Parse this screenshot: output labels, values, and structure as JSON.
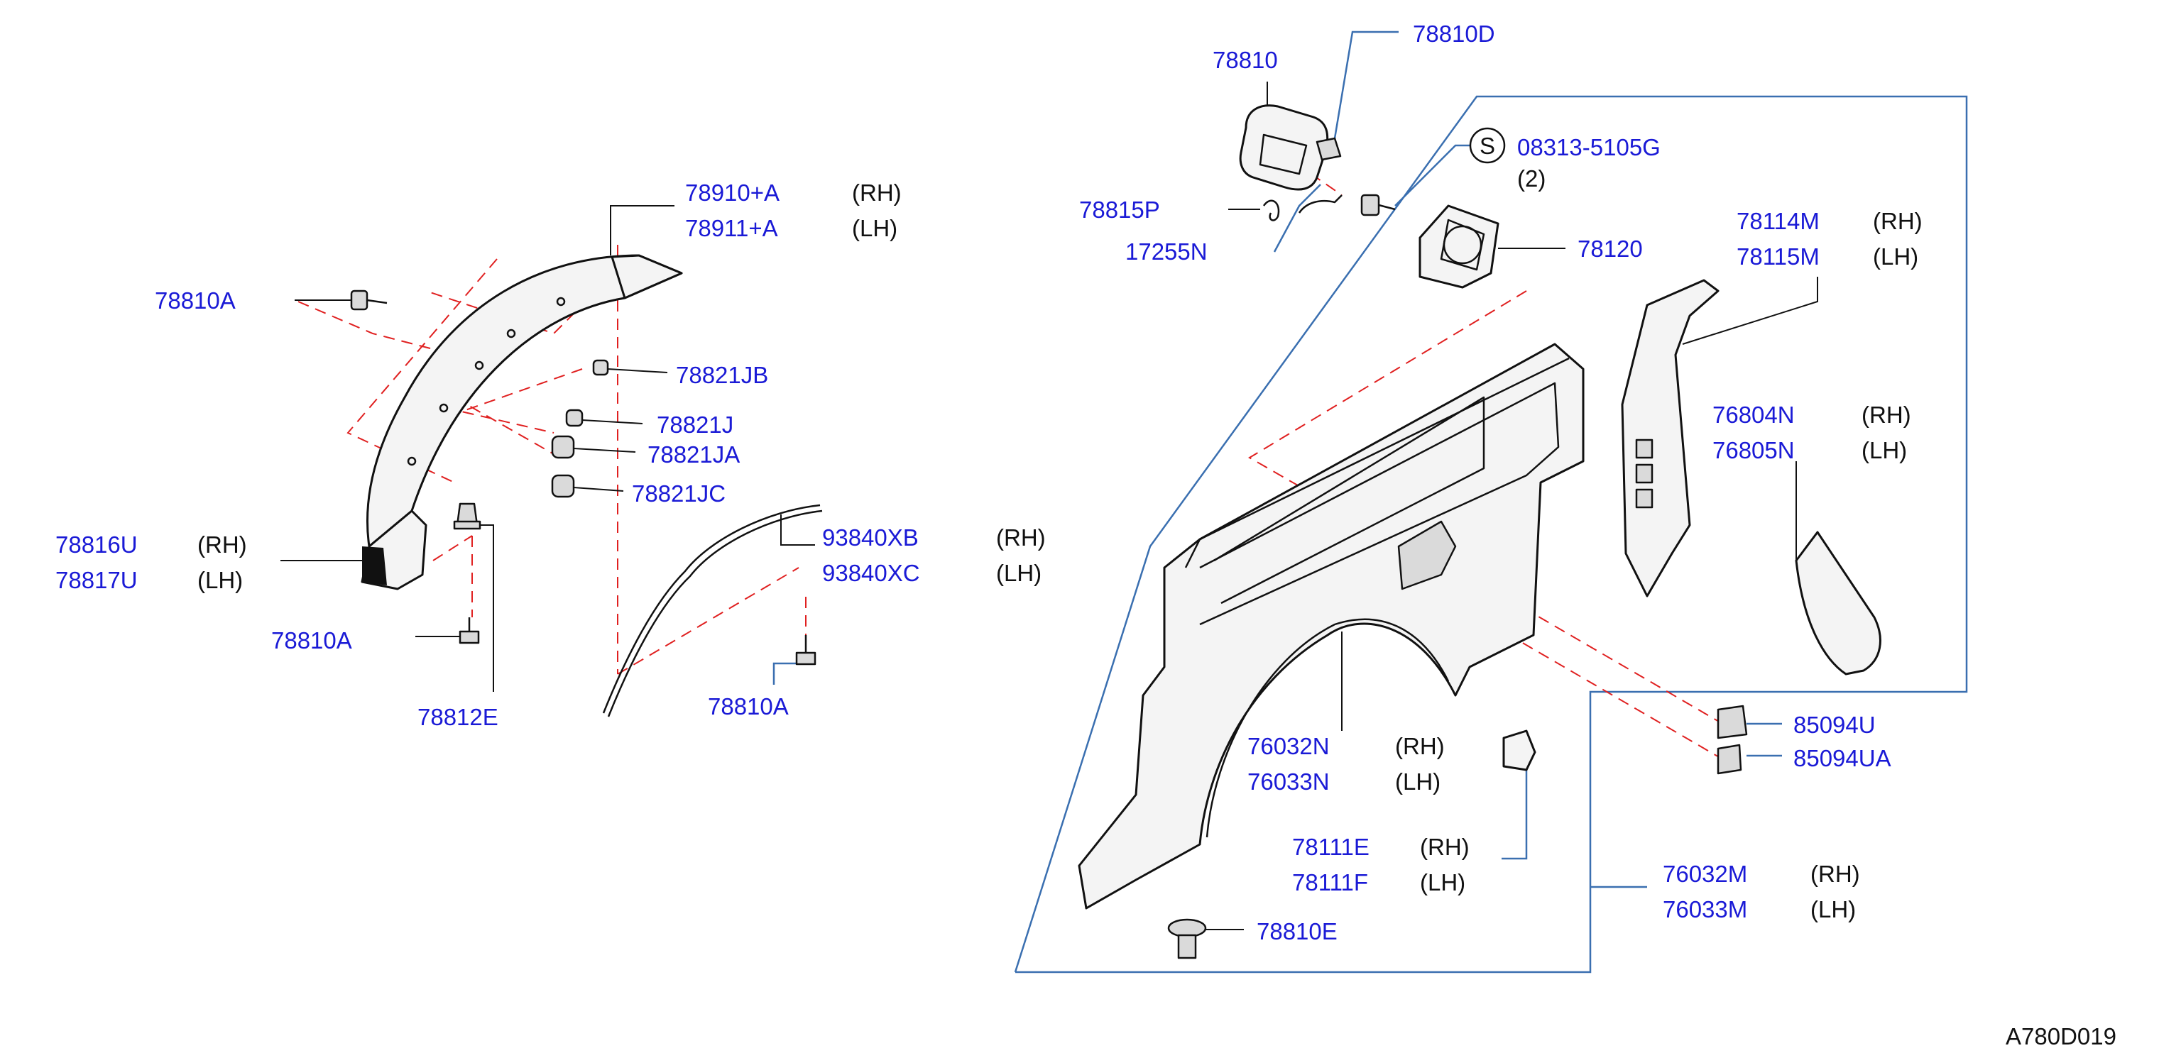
{
  "labels": {
    "p78910A": "78910+A",
    "p78911A": "78911+A",
    "p78810A_1": "78810A",
    "p78821JB": "78821JB",
    "p78821J": "78821J",
    "p78821JA": "78821JA",
    "p78821JC": "78821JC",
    "p78816U": "78816U",
    "p78817U": "78817U",
    "p78810A_2": "78810A",
    "p78812E": "78812E",
    "p93840XB": "93840XB",
    "p93840XC": "93840XC",
    "p78810A_3": "78810A",
    "p78810": "78810",
    "p78810D": "78810D",
    "p08313": "08313-5105G",
    "qty2": "(2)",
    "s_mark": "S",
    "p78815P": "78815P",
    "p17255N": "17255N",
    "p78120": "78120",
    "p78114M": "78114M",
    "p78115M": "78115M",
    "p76804N": "76804N",
    "p76805N": "76805N",
    "p76032N": "76032N",
    "p76033N": "76033N",
    "p85094U": "85094U",
    "p85094UA": "85094UA",
    "p78111E": "78111E",
    "p78111F": "78111F",
    "p76032M": "76032M",
    "p76033M": "76033M",
    "p78810E": "78810E"
  },
  "sides": {
    "rh": "(RH)",
    "lh": "(LH)"
  },
  "diagram_code": "A780D019"
}
